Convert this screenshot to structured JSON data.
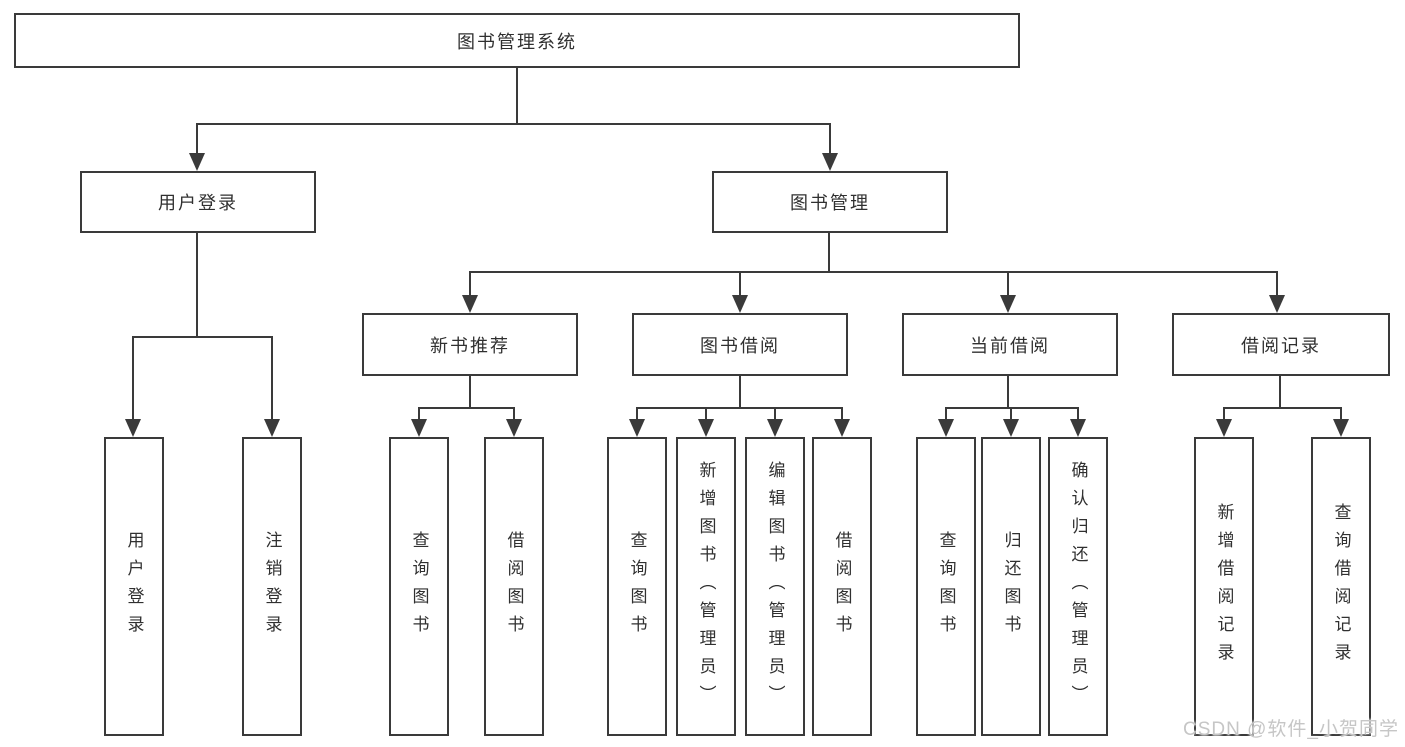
{
  "diagram_type": "hierarchy-tree",
  "colors": {
    "line": "#3a3a3a",
    "text": "#303030",
    "bg": "#ffffff",
    "watermark": "#c6c6c6"
  },
  "watermark": "CSDN @软件_小贺同学",
  "tree": {
    "label": "图书管理系统",
    "children": [
      {
        "label": "用户登录",
        "children": [
          {
            "label": "用户登录"
          },
          {
            "label": "注销登录"
          }
        ]
      },
      {
        "label": "图书管理",
        "children": [
          {
            "label": "新书推荐",
            "children": [
              {
                "label": "查询图书"
              },
              {
                "label": "借阅图书"
              }
            ]
          },
          {
            "label": "图书借阅",
            "children": [
              {
                "label": "查询图书"
              },
              {
                "label": "新增图书（管理员）"
              },
              {
                "label": "编辑图书（管理员）"
              },
              {
                "label": "借阅图书"
              }
            ]
          },
          {
            "label": "当前借阅",
            "children": [
              {
                "label": "查询图书"
              },
              {
                "label": "归还图书"
              },
              {
                "label": "确认归还（管理员）"
              }
            ]
          },
          {
            "label": "借阅记录",
            "children": [
              {
                "label": "新增借阅记录"
              },
              {
                "label": "查询借阅记录"
              }
            ]
          }
        ]
      }
    ]
  }
}
